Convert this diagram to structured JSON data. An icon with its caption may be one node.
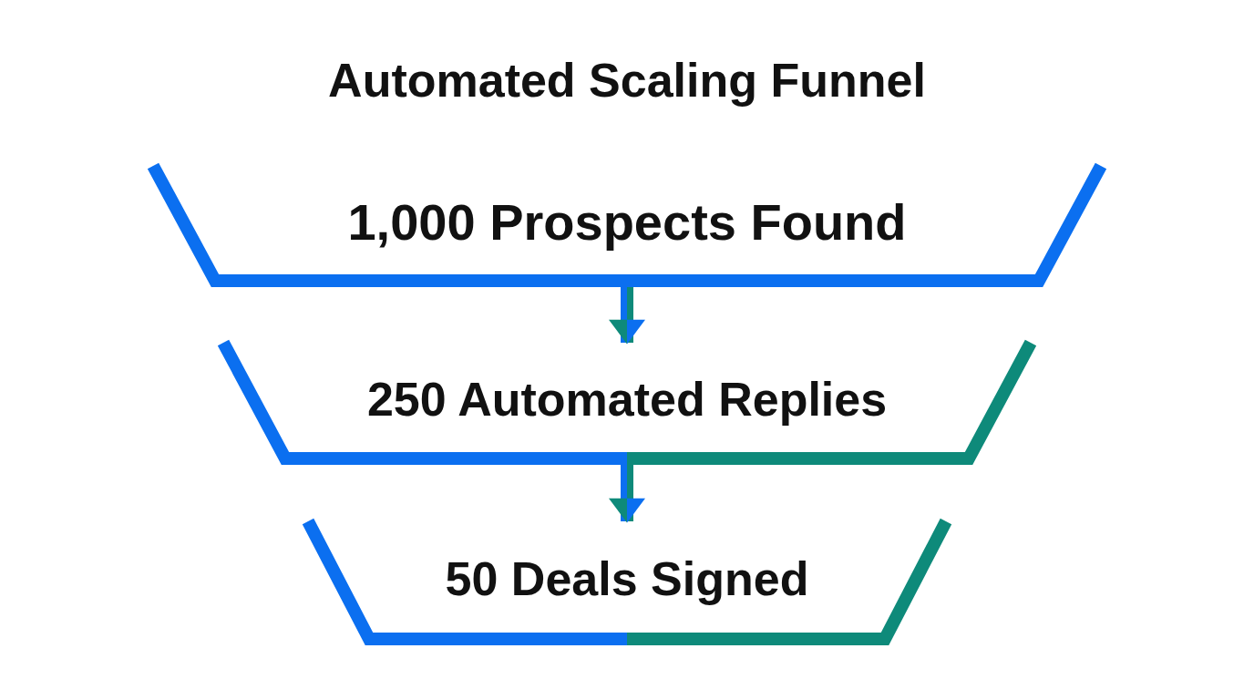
{
  "diagram": {
    "title": "Automated Scaling Funnel",
    "nodes": [
      {
        "text": [
          "1,000 Prospects Found"
        ]
      },
      {
        "text": [
          "250 Automated Replies"
        ]
      },
      {
        "text": [
          "50 Deals Signed"
        ]
      }
    ],
    "edges": [
      {
        "from": 0,
        "to": 1,
        "arrow": "to"
      },
      {
        "from": 1,
        "to": 2,
        "arrow": "to"
      }
    ]
  }
}
